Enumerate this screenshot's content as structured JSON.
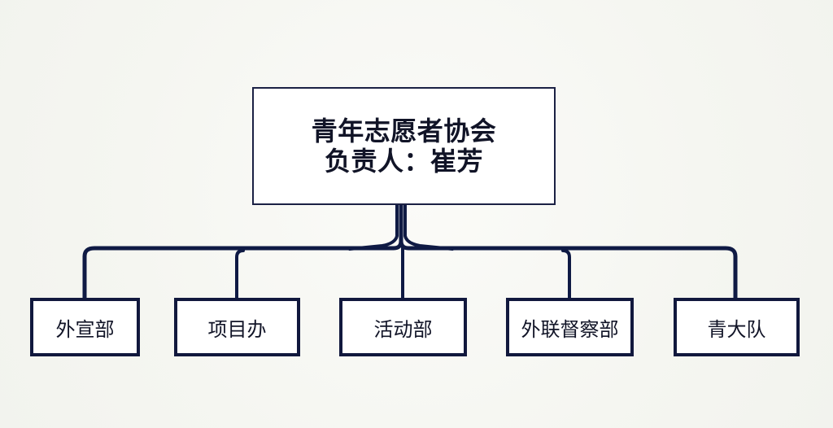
{
  "diagram": {
    "root": {
      "title": "青年志愿者协会",
      "subtitle": "负责人：崔芳"
    },
    "children": [
      {
        "label": "外宣部"
      },
      {
        "label": "项目办"
      },
      {
        "label": "活动部"
      },
      {
        "label": "外联督察部"
      },
      {
        "label": "青大队"
      }
    ],
    "colors": {
      "line": "#0f1a44",
      "box_border": "#11183d",
      "background": "#f7f7f3",
      "text": "#111427"
    }
  }
}
